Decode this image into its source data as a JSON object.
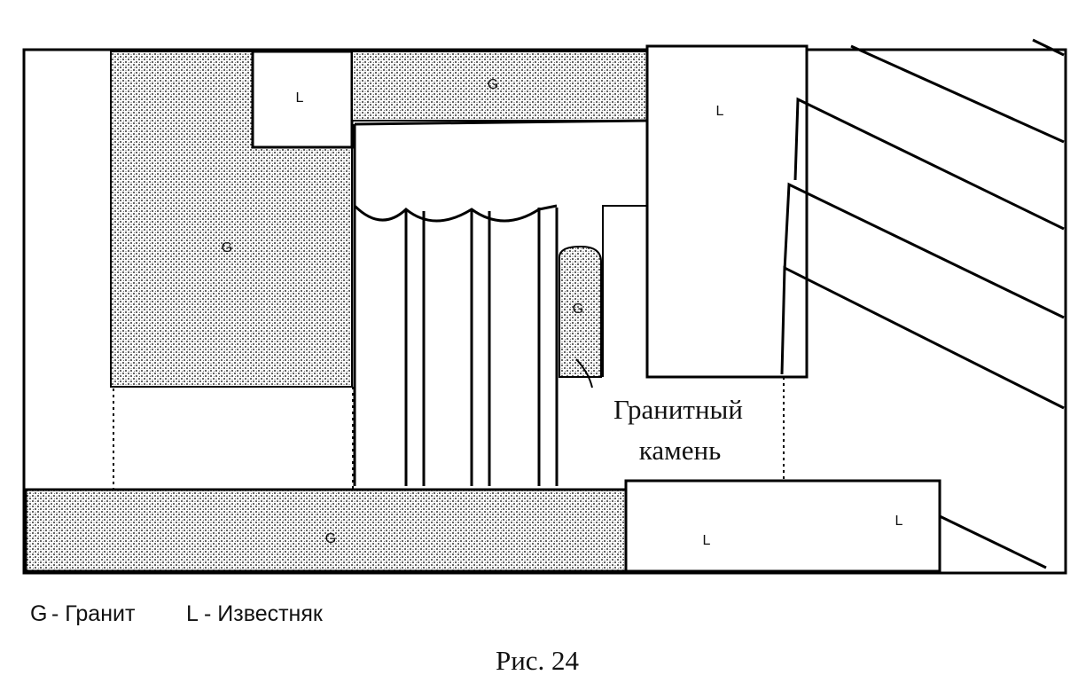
{
  "figure": {
    "material_labels": {
      "granite": "G",
      "limestone": "L"
    },
    "annotation": {
      "line1": "Гранитный",
      "line2": "камень"
    },
    "legend": {
      "granite_symbol": "G",
      "granite_text": "- Гранит",
      "limestone_symbol": "L",
      "limestone_text": "- Известняк"
    },
    "caption": "Рис. 24"
  },
  "colors": {
    "stroke": "#000000",
    "background": "#ffffff",
    "granite_label_bg": "#ffffff"
  }
}
